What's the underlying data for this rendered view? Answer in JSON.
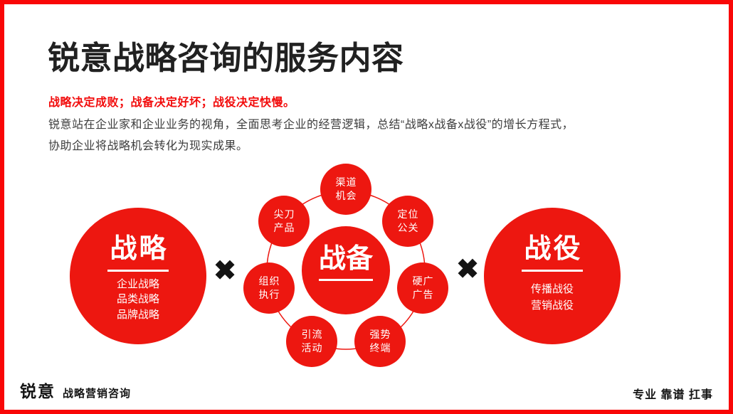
{
  "slide": {
    "title": "锐意战略咨询的服务内容",
    "slogan": "战略决定成败；战备决定好坏；战役决定快慢。",
    "intro": {
      "line1": "锐意站在企业家和企业业务的视角，全面思考企业的经营逻辑，总结“战略x战备x战役”的增长方程式，",
      "line2": "协助企业将战略机会转化为现实成果。"
    }
  },
  "diagram": {
    "multiply_sign": "✖",
    "strategy": {
      "title": "战略",
      "items": [
        "企业战略",
        "品类战略",
        "品牌战略"
      ]
    },
    "readiness": {
      "title": "战备"
    },
    "campaign": {
      "title": "战役",
      "items": [
        "传播战役",
        "营销战役"
      ]
    },
    "satellites": [
      {
        "line1": "渠道",
        "line2": "机会"
      },
      {
        "line1": "定位",
        "line2": "公关"
      },
      {
        "line1": "硬广",
        "line2": "广告"
      },
      {
        "line1": "强势",
        "line2": "终端"
      },
      {
        "line1": "引流",
        "line2": "活动"
      },
      {
        "line1": "组织",
        "line2": "执行"
      },
      {
        "line1": "尖刀",
        "line2": "产品"
      }
    ]
  },
  "footer": {
    "brand": "锐意",
    "brand_suffix": "战略营销咨询",
    "tagline": "专业 靠谱 扛事"
  },
  "colors": {
    "frame_red": "#f90707",
    "circle_red": "#ed1710",
    "slogan_red": "#f20c0c",
    "title_black": "#212121",
    "body_gray": "#3d3d3d"
  }
}
